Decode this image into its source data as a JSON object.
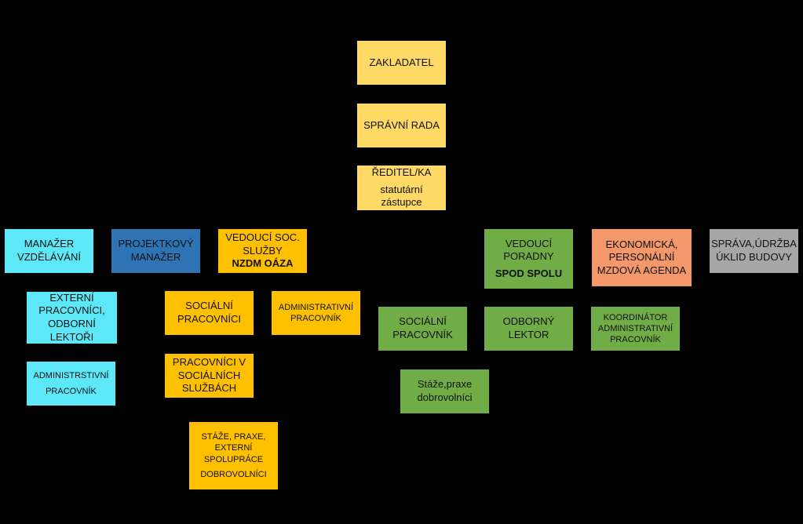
{
  "nodes": {
    "zakladatel": {
      "text": "ZAKLADATEL"
    },
    "spravni_rada": {
      "text": "SPRÁVNÍ RADA"
    },
    "reditel": {
      "line1": "ŘEDITEL/KA",
      "line2": "statutární",
      "line3": "zástupce"
    },
    "manazer_vzdelavani": {
      "line1": "MANAŽER",
      "line2": "VZDĚLÁVÁNÍ"
    },
    "projektovy_manazer": {
      "line1": "PROJEKTKOVÝ",
      "line2": "MANAŽER"
    },
    "vedouci_soc_sluzby": {
      "line1": "VEDOUCÍ SOC.",
      "line2": "SLUŽBY",
      "line3": "NZDM OÁZA"
    },
    "vedouci_poradny": {
      "line1": "VEDOUCÍ",
      "line2": "PORADNY",
      "line3": "SPOD SPOLU"
    },
    "ekonomicka": {
      "line1": "EKONOMICKÁ,",
      "line2": "PERSONÁLNÍ",
      "line3": "MZDOVÁ AGENDA"
    },
    "sprava": {
      "line1": "SPRÁVA,ÚDRŽBA",
      "line2": "ÚKLID BUDOVY"
    },
    "externi_pracovnici": {
      "line1": "EXTERNÍ",
      "line2": "PRACOVNÍCI,",
      "line3": "ODBORNÍ LEKTOŘI"
    },
    "administrstivni": {
      "line1": "ADMINISTRSTIVNÍ",
      "line2": "PRACOVNÍK"
    },
    "socialni_pracovnici": {
      "line1": "SOCIÁLNÍ",
      "line2": "PRACOVNÍCI"
    },
    "administrativni_oaza": {
      "line1": "ADMINISTRATIVNÍ",
      "line2": "PRACOVNÍK"
    },
    "pracovnici_v_soc": {
      "line1": "PRACOVNÍCI V",
      "line2": "SOCIÁLNÍCH",
      "line3": "SLUŽBÁCH"
    },
    "staze_praxe_externi": {
      "line1": "STÁŽE, PRAXE,",
      "line2": "EXTERNÍ",
      "line3": "SPOLUPRÁCE",
      "line4": "DOBROVOLNÍCI"
    },
    "socialni_pracovnik": {
      "line1": "SOCIÁLNÍ",
      "line2": "PRACOVNÍK"
    },
    "odborny_lektor": {
      "text": "ODBORNÝ LEKTOR"
    },
    "koordinator": {
      "line1": "KOORDINÁTOR",
      "line2": "ADMINISTRATIVNÍ",
      "line3": "PRACOVNÍK"
    },
    "staze_dobrovolnici": {
      "line1": "Stáže,praxe",
      "line2": "dobrovolníci"
    }
  },
  "colors": {
    "leadership": "#ffd966",
    "education": "#5ce8f7",
    "project": "#2e74b5",
    "oaza": "#ffc000",
    "spod_spolu": "#70ad47",
    "economic": "#f4976b",
    "maintenance": "#a6a6a6",
    "background": "#000000"
  }
}
